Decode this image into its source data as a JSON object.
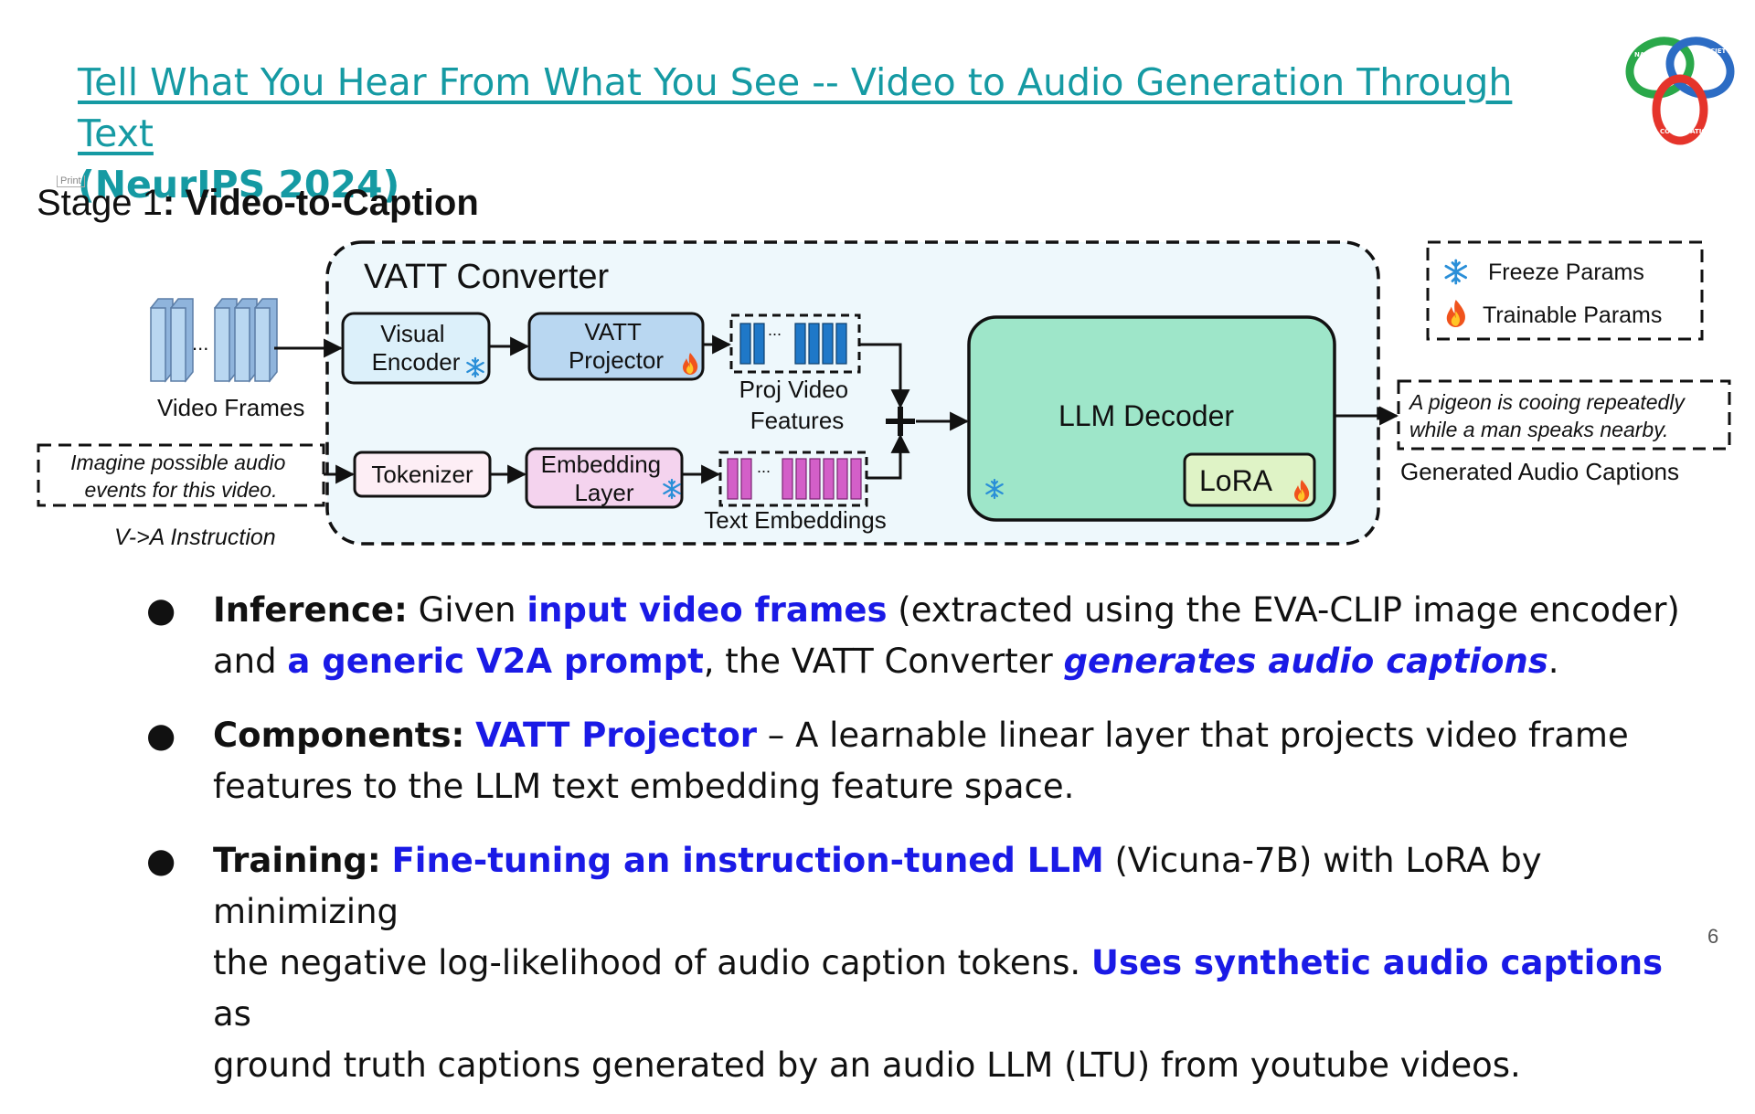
{
  "slide": {
    "title_link": "Tell What You Hear From What You See -- Video to Audio Generation Through Text",
    "venue": "(NeurIPS 2024)",
    "logo_words": [
      "NATURE",
      "SOCIETY",
      "COMPUTATION"
    ],
    "print_tag": "Print",
    "stage_prefix": "Stage 1",
    "stage_name": ": Video-to-Caption",
    "page_number": "6"
  },
  "diagram": {
    "converter_title": "VATT Converter",
    "visual_encoder": [
      "Visual",
      "Encoder"
    ],
    "vatt_projector": [
      "VATT",
      "Projector"
    ],
    "proj_video_features": [
      "Proj Video",
      "Features"
    ],
    "tokenizer": "Tokenizer",
    "embedding_layer": [
      "Embedding",
      "Layer"
    ],
    "text_embeddings": "Text Embeddings",
    "llm_decoder": "LLM Decoder",
    "lora": "LoRA",
    "video_frames": "Video Frames",
    "instruction_box": [
      "Imagine possible audio",
      "events for this video."
    ],
    "instruction_label": "V->A Instruction",
    "legend_freeze": "Freeze Params",
    "legend_trainable": "Trainable Params",
    "output_caption": [
      "A pigeon is cooing repeatedly",
      "while a man speaks nearby."
    ],
    "output_label": "Generated Audio Captions",
    "ellipsis": "...",
    "colors": {
      "converter_bg": "#eef8fc",
      "visual_encoder": "#dcf0fa",
      "projector": "#b9d7f1",
      "tokenizer": "#fdeef5",
      "embedding": "#f4d3ee",
      "llm": "#9ee6c9",
      "lora": "#dff3c6",
      "video_token": "#1f78c8",
      "text_token": "#d35fc8"
    }
  },
  "bullets": [
    {
      "label": "Inference:",
      "line1": [
        {
          "t": " Given ",
          "s": "n"
        },
        {
          "t": "input video frames",
          "s": "hl"
        },
        {
          "t": " (extracted using the EVA-CLIP image encoder)",
          "s": "n"
        }
      ],
      "line2": [
        {
          "t": "and ",
          "s": "n"
        },
        {
          "t": "a generic V2A prompt",
          "s": "hl"
        },
        {
          "t": ", the VATT Converter ",
          "s": "n"
        },
        {
          "t": "generates audio captions",
          "s": "hli"
        },
        {
          "t": ".",
          "s": "n"
        }
      ]
    },
    {
      "label": "Components:",
      "line1": [
        {
          "t": " ",
          "s": "n"
        },
        {
          "t": "VATT Projector",
          "s": "hl"
        },
        {
          "t": " – A learnable linear layer that projects video frame",
          "s": "n"
        }
      ],
      "line2": [
        {
          "t": "features to the LLM text embedding feature space.",
          "s": "n"
        }
      ]
    },
    {
      "label": "Training:",
      "line1": [
        {
          "t": " ",
          "s": "n"
        },
        {
          "t": "Fine-tuning an instruction-tuned LLM",
          "s": "hl"
        },
        {
          "t": " (Vicuna-7B) with LoRA by minimizing",
          "s": "n"
        }
      ],
      "line2": [
        {
          "t": "the negative log-likelihood of audio caption tokens. ",
          "s": "n"
        },
        {
          "t": "Uses synthetic audio captions",
          "s": "hl"
        },
        {
          "t": " as",
          "s": "n"
        }
      ],
      "line3": [
        {
          "t": "ground truth captions generated by an audio LLM (LTU) from youtube videos.",
          "s": "n"
        }
      ]
    }
  ]
}
